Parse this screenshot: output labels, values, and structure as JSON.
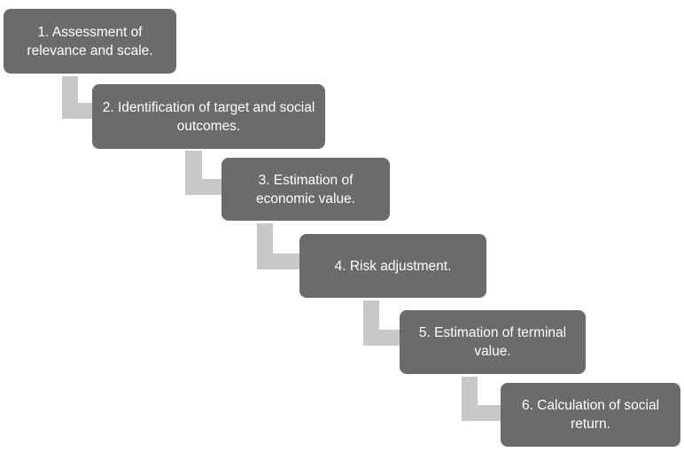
{
  "steps": [
    {
      "label": "1. Assessment of relevance and scale."
    },
    {
      "label": "2. Identification of target and social outcomes."
    },
    {
      "label": "3. Estimation of economic value."
    },
    {
      "label": "4. Risk adjustment."
    },
    {
      "label": "5. Estimation of terminal value."
    },
    {
      "label": "6. Calculation of social return."
    }
  ],
  "colors": {
    "box": "#6b6b6b",
    "connector": "#c8c8c8",
    "text": "#ffffff"
  }
}
